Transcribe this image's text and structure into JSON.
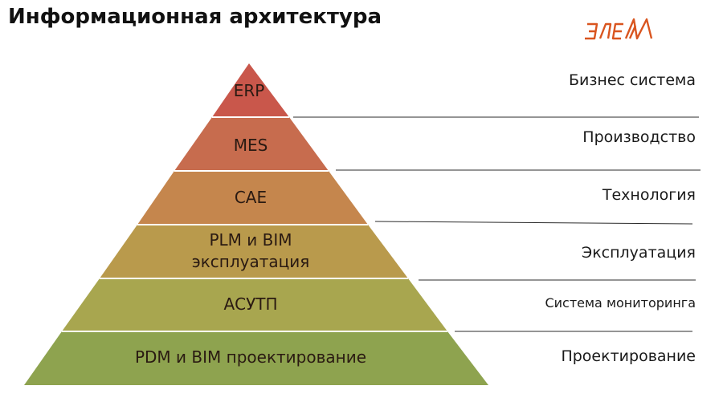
{
  "slide": {
    "title": "Информационная архитектура",
    "logo_text": "ЭЛЕМ",
    "logo_color": "#d9551f"
  },
  "pyramid": {
    "levels": [
      {
        "label": "ERP",
        "color": "#c9574b"
      },
      {
        "label": "MES",
        "color": "#c76c4e"
      },
      {
        "label": "CAE",
        "color": "#c5864d"
      },
      {
        "label_line1": "PLM и BIM",
        "label_line2": "эксплуатация",
        "color": "#b99a4c"
      },
      {
        "label": "АСУТП",
        "color": "#a8a64f"
      },
      {
        "label": "PDM и BIM проектирование",
        "color": "#8ea34f"
      }
    ]
  },
  "right_labels": [
    "Бизнес система",
    "Производство",
    "Технология",
    "Эксплуатация",
    "Система мониторинга",
    "Проектирование"
  ],
  "colors": {
    "title": "#111111",
    "divider": "#2b2b2b",
    "separator": "#ffffff"
  }
}
